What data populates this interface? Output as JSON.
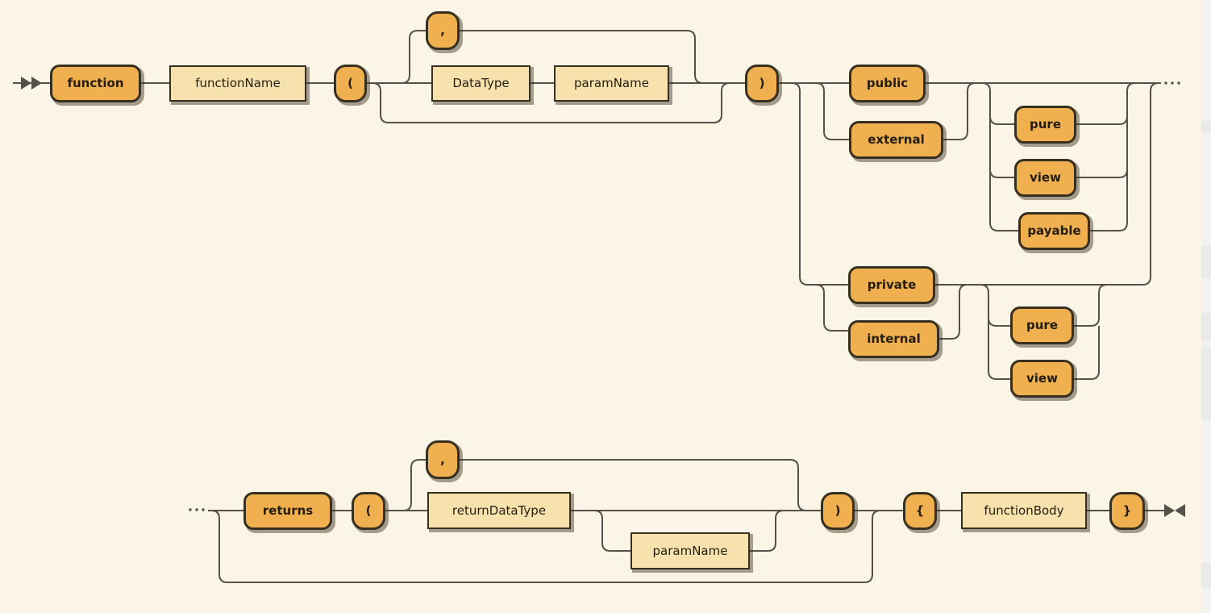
{
  "diagram_kind": "railroad-syntax-diagram",
  "colors": {
    "background": "#fbf5e8",
    "track": "#56504a",
    "terminal_fill": "#f0b050",
    "nonterminal_fill": "#f7e2ad",
    "node_border": "#38301f",
    "text": "#241d10",
    "side_strip": "#f3f2ef",
    "side_strip_band": "#eaeae8"
  },
  "markers": {
    "start_icon": "double-right-arrow",
    "end_icon": "bowtie-arrow",
    "continuation_top_right": "...",
    "continuation_bottom_left": "..."
  },
  "nodes": {
    "function": {
      "label": "function",
      "kind": "terminal"
    },
    "function_name": {
      "label": "functionName",
      "kind": "nonterminal"
    },
    "open_paren_params": {
      "label": "(",
      "kind": "terminal"
    },
    "comma_params": {
      "label": ",",
      "kind": "terminal"
    },
    "data_type": {
      "label": "DataType",
      "kind": "nonterminal"
    },
    "param_name": {
      "label": "paramName",
      "kind": "nonterminal"
    },
    "close_paren_params": {
      "label": ")",
      "kind": "terminal"
    },
    "public": {
      "label": "public",
      "kind": "terminal"
    },
    "external": {
      "label": "external",
      "kind": "terminal"
    },
    "pure_top": {
      "label": "pure",
      "kind": "terminal"
    },
    "view_top": {
      "label": "view",
      "kind": "terminal"
    },
    "payable": {
      "label": "payable",
      "kind": "terminal"
    },
    "private": {
      "label": "private",
      "kind": "terminal"
    },
    "internal": {
      "label": "internal",
      "kind": "terminal"
    },
    "pure_bottom": {
      "label": "pure",
      "kind": "terminal"
    },
    "view_bottom": {
      "label": "view",
      "kind": "terminal"
    },
    "returns": {
      "label": "returns",
      "kind": "terminal"
    },
    "open_paren_returns": {
      "label": "(",
      "kind": "terminal"
    },
    "comma_returns": {
      "label": ",",
      "kind": "terminal"
    },
    "return_data_type": {
      "label": "returnDataType",
      "kind": "nonterminal"
    },
    "return_param_name": {
      "label": "paramName",
      "kind": "nonterminal"
    },
    "close_paren_returns": {
      "label": ")",
      "kind": "terminal"
    },
    "open_brace": {
      "label": "{",
      "kind": "terminal"
    },
    "function_body": {
      "label": "functionBody",
      "kind": "nonterminal"
    },
    "close_brace": {
      "label": "}",
      "kind": "terminal"
    }
  }
}
